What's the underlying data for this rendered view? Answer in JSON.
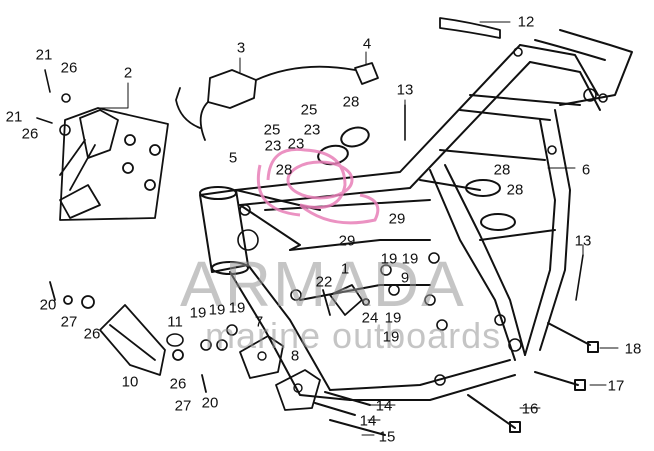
{
  "diagram": {
    "callouts": [
      {
        "id": "c12",
        "text": "12"
      },
      {
        "id": "c3",
        "text": "3"
      },
      {
        "id": "c4",
        "text": "4"
      },
      {
        "id": "c21a",
        "text": "21"
      },
      {
        "id": "c26a",
        "text": "26"
      },
      {
        "id": "c2",
        "text": "2"
      },
      {
        "id": "c21b",
        "text": "21"
      },
      {
        "id": "c26b",
        "text": "26"
      },
      {
        "id": "c13a",
        "text": "13"
      },
      {
        "id": "c28a",
        "text": "28"
      },
      {
        "id": "c25a",
        "text": "25"
      },
      {
        "id": "c25b",
        "text": "25"
      },
      {
        "id": "c23a",
        "text": "23"
      },
      {
        "id": "c23b",
        "text": "23"
      },
      {
        "id": "c23c",
        "text": "23"
      },
      {
        "id": "c5",
        "text": "5"
      },
      {
        "id": "c6",
        "text": "6"
      },
      {
        "id": "c28b",
        "text": "28"
      },
      {
        "id": "c28c",
        "text": "28"
      },
      {
        "id": "c28d",
        "text": "28"
      },
      {
        "id": "c29a",
        "text": "29"
      },
      {
        "id": "c29b",
        "text": "29"
      },
      {
        "id": "c13b",
        "text": "13"
      },
      {
        "id": "c19a",
        "text": "19"
      },
      {
        "id": "c19b",
        "text": "19"
      },
      {
        "id": "c9",
        "text": "9"
      },
      {
        "id": "c1",
        "text": "1"
      },
      {
        "id": "c22",
        "text": "22"
      },
      {
        "id": "c20a",
        "text": "20"
      },
      {
        "id": "c27a",
        "text": "27"
      },
      {
        "id": "c26c",
        "text": "26"
      },
      {
        "id": "c11",
        "text": "11"
      },
      {
        "id": "c19c",
        "text": "19"
      },
      {
        "id": "c19d",
        "text": "19"
      },
      {
        "id": "c19e",
        "text": "19"
      },
      {
        "id": "c7",
        "text": "7"
      },
      {
        "id": "c24",
        "text": "24"
      },
      {
        "id": "c19f",
        "text": "19"
      },
      {
        "id": "c19g",
        "text": "19"
      },
      {
        "id": "c18",
        "text": "18"
      },
      {
        "id": "c10",
        "text": "10"
      },
      {
        "id": "c26d",
        "text": "26"
      },
      {
        "id": "c8",
        "text": "8"
      },
      {
        "id": "c27b",
        "text": "27"
      },
      {
        "id": "c20b",
        "text": "20"
      },
      {
        "id": "c17",
        "text": "17"
      },
      {
        "id": "c16",
        "text": "16"
      },
      {
        "id": "c14a",
        "text": "14"
      },
      {
        "id": "c14b",
        "text": "14"
      },
      {
        "id": "c15",
        "text": "15"
      }
    ]
  },
  "watermark": {
    "title": "ARMADA",
    "subtitle": "marine outboards",
    "logo_color": "#e87fb8",
    "text_color": "#999999"
  }
}
